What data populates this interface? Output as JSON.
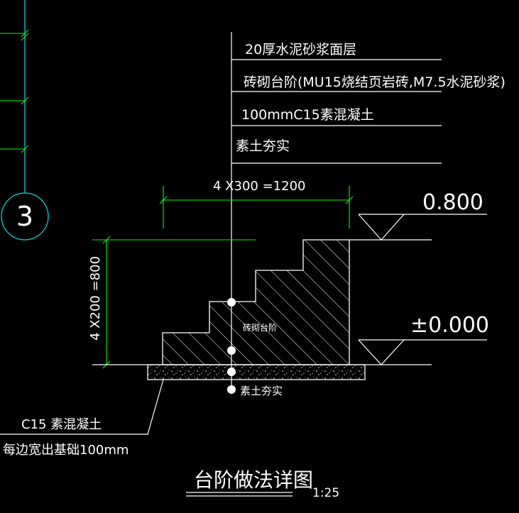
{
  "layers": [
    "20厚水泥砂浆面层",
    "砖砌台阶(MU15烧结页岩砖,M7.5水泥砂浆)",
    "100mmC15素混凝土",
    "素土夯实"
  ],
  "dimensions": {
    "horizontal": "4 X300 =1200",
    "vertical": "4 X200 =800"
  },
  "elevations": {
    "top": "0.800",
    "bottom": "±0.000"
  },
  "axis_bubble": "3",
  "labels": {
    "step_material": "砖砌台阶",
    "soil": "素土夯实",
    "c15": "C15 素混凝土",
    "c15_note": "每边宽出基础100mm"
  },
  "title": {
    "text": "台阶做法详图",
    "scale": "1:25"
  },
  "colors": {
    "background": "#000000",
    "lines": "#ffffff",
    "dimension": "#00ff00",
    "axis": "#00e0e0"
  }
}
